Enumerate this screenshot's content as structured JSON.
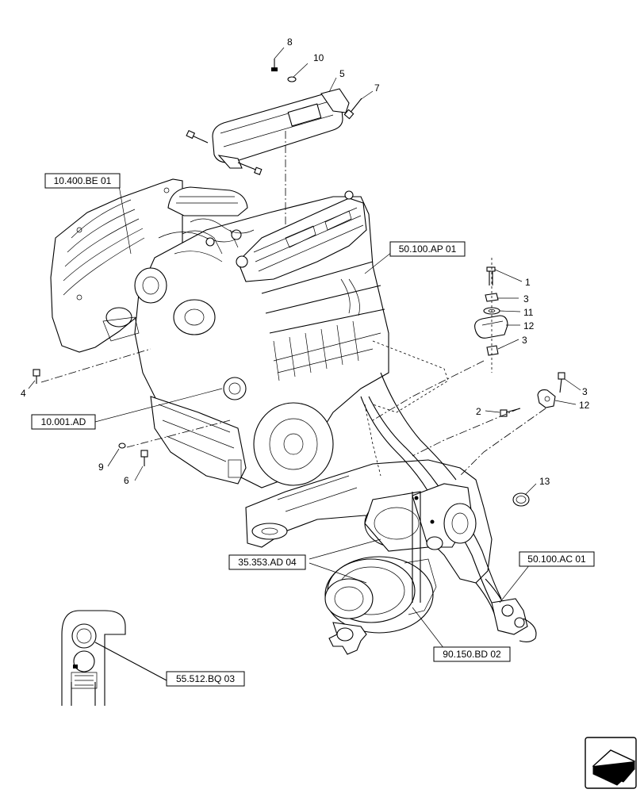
{
  "refs": {
    "r1": "10.400.BE 01",
    "r2": "50.100.AP 01",
    "r3": "10.001.AD",
    "r4": "35.353.AD 04",
    "r5": "50.100.AC 01",
    "r6": "90.150.BD 02",
    "r7": "55.512.BQ 03"
  },
  "callouts": {
    "c8": "8",
    "c10": "10",
    "c5": "5",
    "c7": "7",
    "c1": "1",
    "c3a": "3",
    "c11": "11",
    "c12a": "12",
    "c3b": "3",
    "c3c": "3",
    "c2": "2",
    "c12b": "12",
    "c13": "13",
    "c4": "4",
    "c9": "9",
    "c6": "6"
  },
  "icons": {
    "nav": "navigation-arrow-icon"
  }
}
